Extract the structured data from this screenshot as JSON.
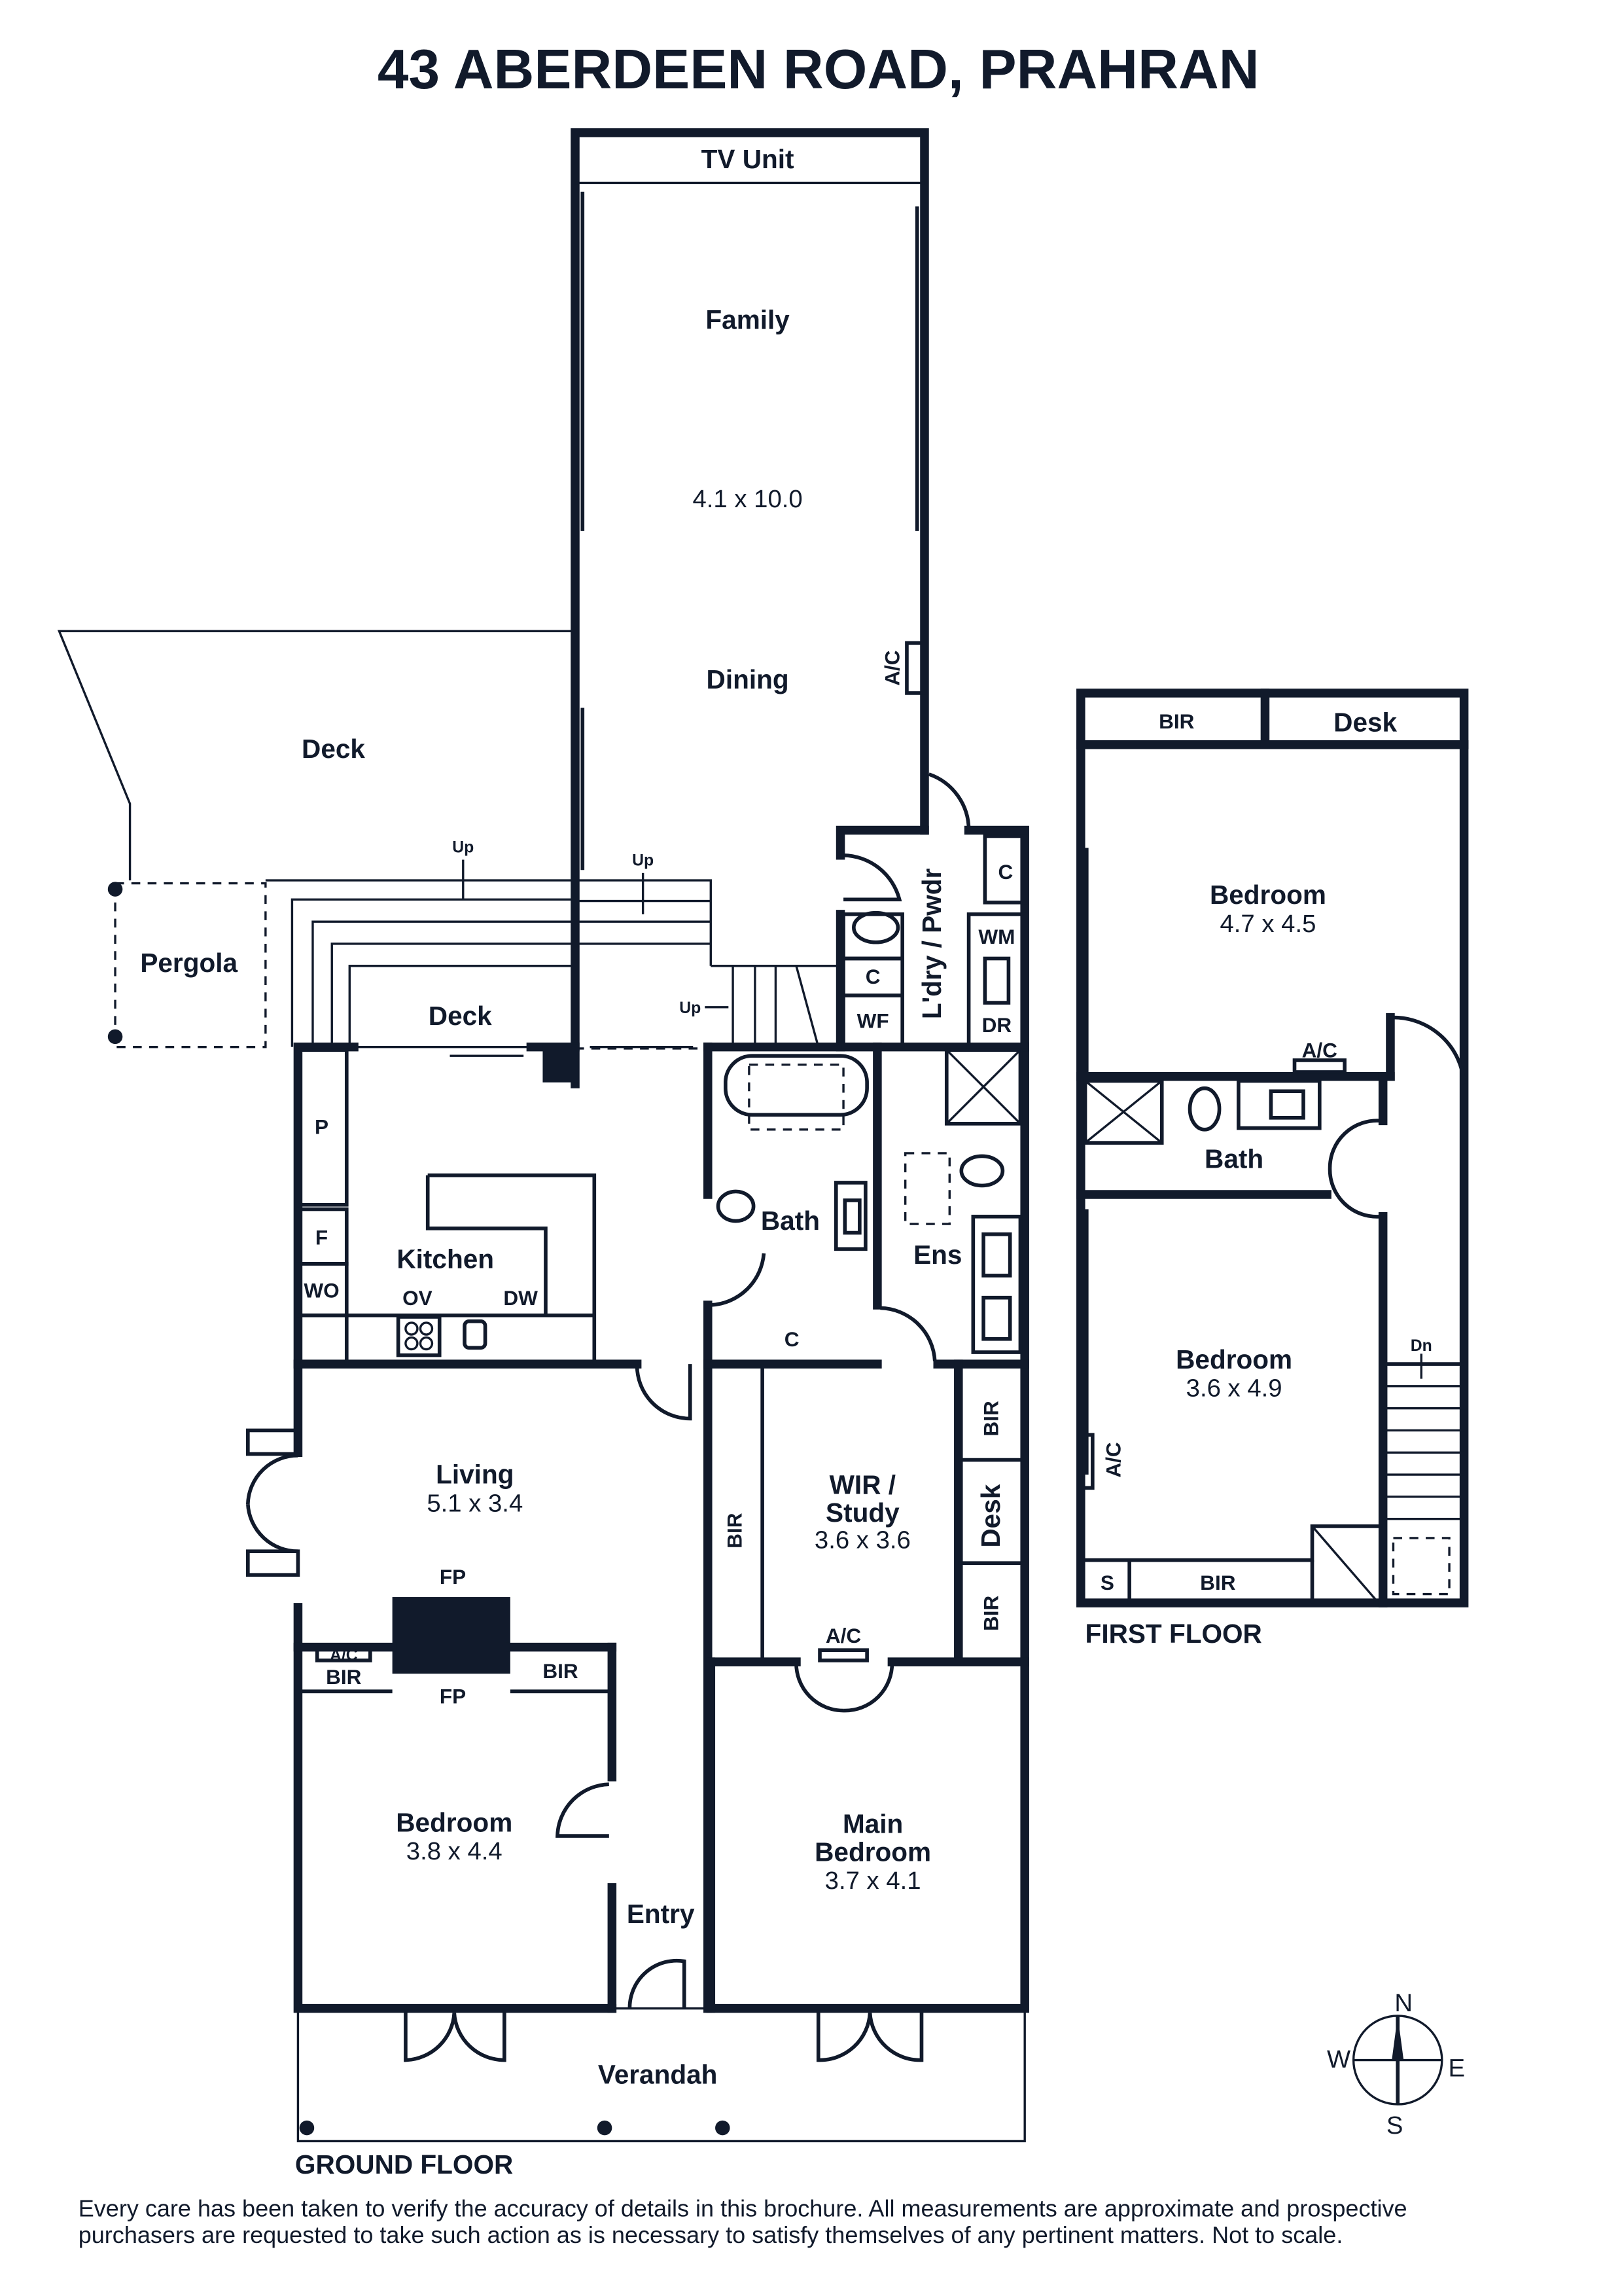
{
  "title": "43 ABERDEEN ROAD, PRAHRAN",
  "ground_floor": {
    "label": "GROUND FLOOR",
    "tv_unit": "TV Unit",
    "family": "Family",
    "family_dims": "4.1 x 10.0",
    "dining": "Dining",
    "ac": "A/C",
    "deck": "Deck",
    "deck_lower": "Deck",
    "pergola": "Pergola",
    "up": "Up",
    "laundry": "L'dry / Pwdr",
    "c": "C",
    "wm": "WM",
    "dr": "DR",
    "wf": "WF",
    "p": "P",
    "f": "F",
    "wo": "WO",
    "kitchen": "Kitchen",
    "ov": "OV",
    "dw": "DW",
    "bath": "Bath",
    "ens": "Ens",
    "living": "Living",
    "living_dims": "5.1 x 3.4",
    "fp": "FP",
    "bir": "BIR",
    "desk": "Desk",
    "wir": "WIR /",
    "study": "Study",
    "wir_dims": "3.6 x 3.6",
    "bedroom": "Bedroom",
    "bedroom_dims": "3.8 x 4.4",
    "entry": "Entry",
    "main": "Main",
    "main_bedroom": "Bedroom",
    "main_dims": "3.7 x 4.1",
    "verandah": "Verandah"
  },
  "first_floor": {
    "label": "FIRST FLOOR",
    "bir": "BIR",
    "desk": "Desk",
    "bedroom1": "Bedroom",
    "bedroom1_dims": "4.7 x 4.5",
    "ac": "A/C",
    "bath": "Bath",
    "bedroom2": "Bedroom",
    "bedroom2_dims": "3.6 x 4.9",
    "dn": "Dn",
    "s": "S"
  },
  "compass": {
    "n": "N",
    "e": "E",
    "s": "S",
    "w": "W"
  },
  "disclaimer": {
    "line1": "Every care has been taken to verify the accuracy of details in this brochure. All measurements are approximate and prospective",
    "line2": "purchasers are requested to take such action as is necessary to satisfy themselves of any pertinent matters. Not to scale."
  }
}
